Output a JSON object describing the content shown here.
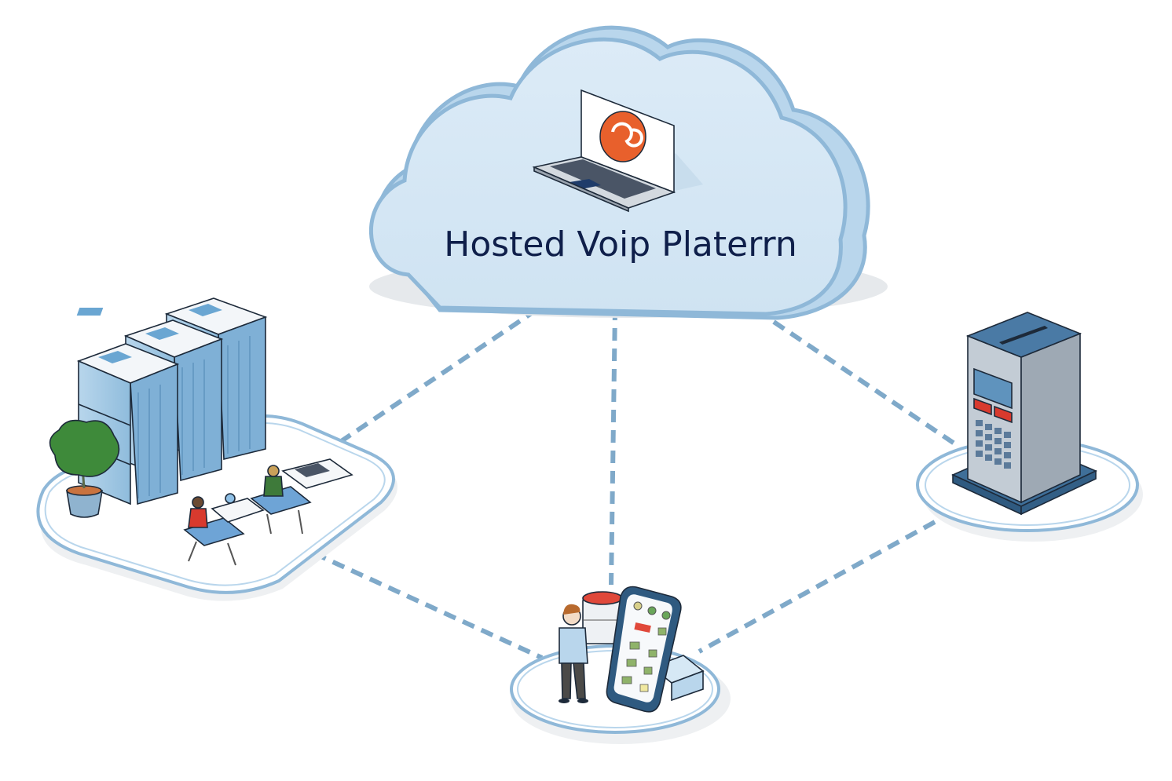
{
  "diagram": {
    "title": "Hosted Voip Platerrn",
    "colors": {
      "cloud_fill": "#d6e8f5",
      "cloud_stroke": "#8fb8d8",
      "link": "#7fa9c9",
      "text": "#0f1f4a",
      "logo_orange": "#e8602c",
      "server_blue": "#a9cde6",
      "pbx_blue": "#3f6f99",
      "red_button": "#d83a2e",
      "tree_green": "#3e8a3a"
    },
    "nodes": [
      {
        "id": "cloud",
        "label": "Hosted Voip Platerrn",
        "icon": "laptop-with-logo-icon"
      },
      {
        "id": "office",
        "label": "",
        "icon": "data-center-office-icon"
      },
      {
        "id": "pbx",
        "label": "",
        "icon": "pbx-terminal-icon"
      },
      {
        "id": "mobile",
        "label": "",
        "icon": "mobile-user-icon"
      }
    ],
    "edges": [
      {
        "from": "cloud",
        "to": "office",
        "style": "dashed"
      },
      {
        "from": "cloud",
        "to": "mobile",
        "style": "dashed"
      },
      {
        "from": "cloud",
        "to": "pbx",
        "style": "dashed"
      },
      {
        "from": "office",
        "to": "mobile",
        "style": "dashed"
      },
      {
        "from": "pbx",
        "to": "mobile",
        "style": "dashed"
      }
    ]
  }
}
